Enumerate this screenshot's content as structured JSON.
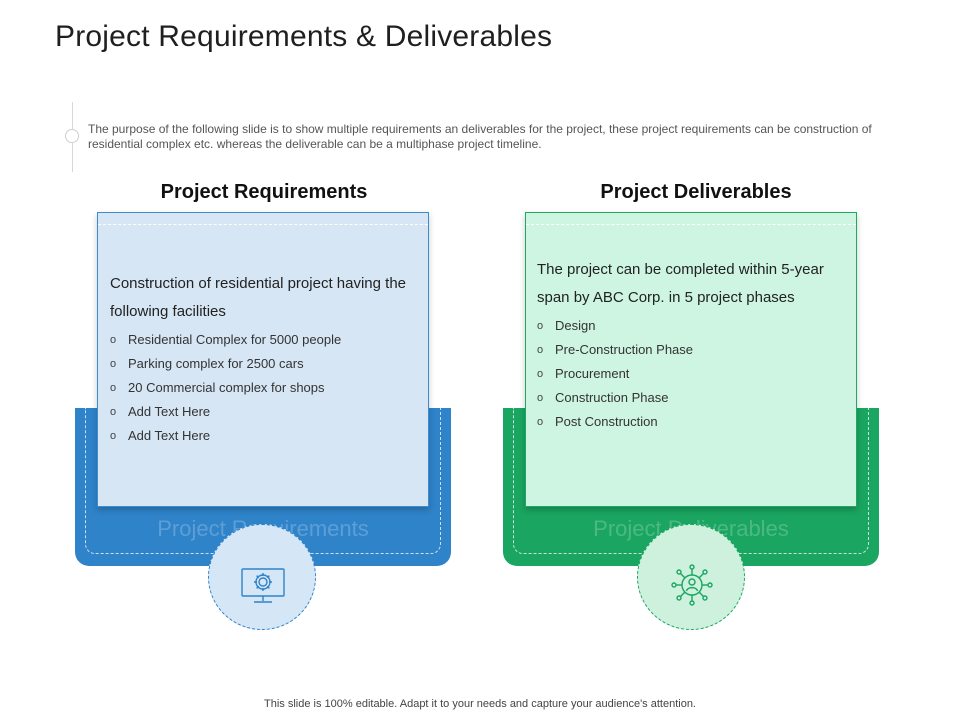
{
  "title": "Project Requirements & Deliverables",
  "intro": "The purpose of the following slide is to show multiple requirements an deliverables for the project, these project requirements can be construction of residential complex  etc. whereas the deliverable can be a multiphase project timeline.",
  "requirements": {
    "heading": "Project Requirements",
    "lead": "Construction of residential project having the following facilities",
    "items": [
      "Residential Complex for 5000 people",
      "Parking complex for 2500 cars",
      "20 Commercial complex for  shops",
      "Add Text Here",
      "Add Text Here"
    ],
    "base_label": "Project Requirements",
    "icon": "computer-gear-icon",
    "color": "#2f83c9"
  },
  "deliverables": {
    "heading": "Project Deliverables",
    "lead": "The project can be completed within 5-year span by ABC Corp. in 5 project phases",
    "items": [
      "Design",
      "Pre-Construction Phase",
      "Procurement",
      "Construction Phase",
      "Post Construction"
    ],
    "base_label": "Project Deliverables",
    "icon": "person-network-icon",
    "color": "#1aa560"
  },
  "bullet_symbol": "o",
  "footer": "This slide is 100% editable. Adapt it to your needs and capture your audience's attention."
}
